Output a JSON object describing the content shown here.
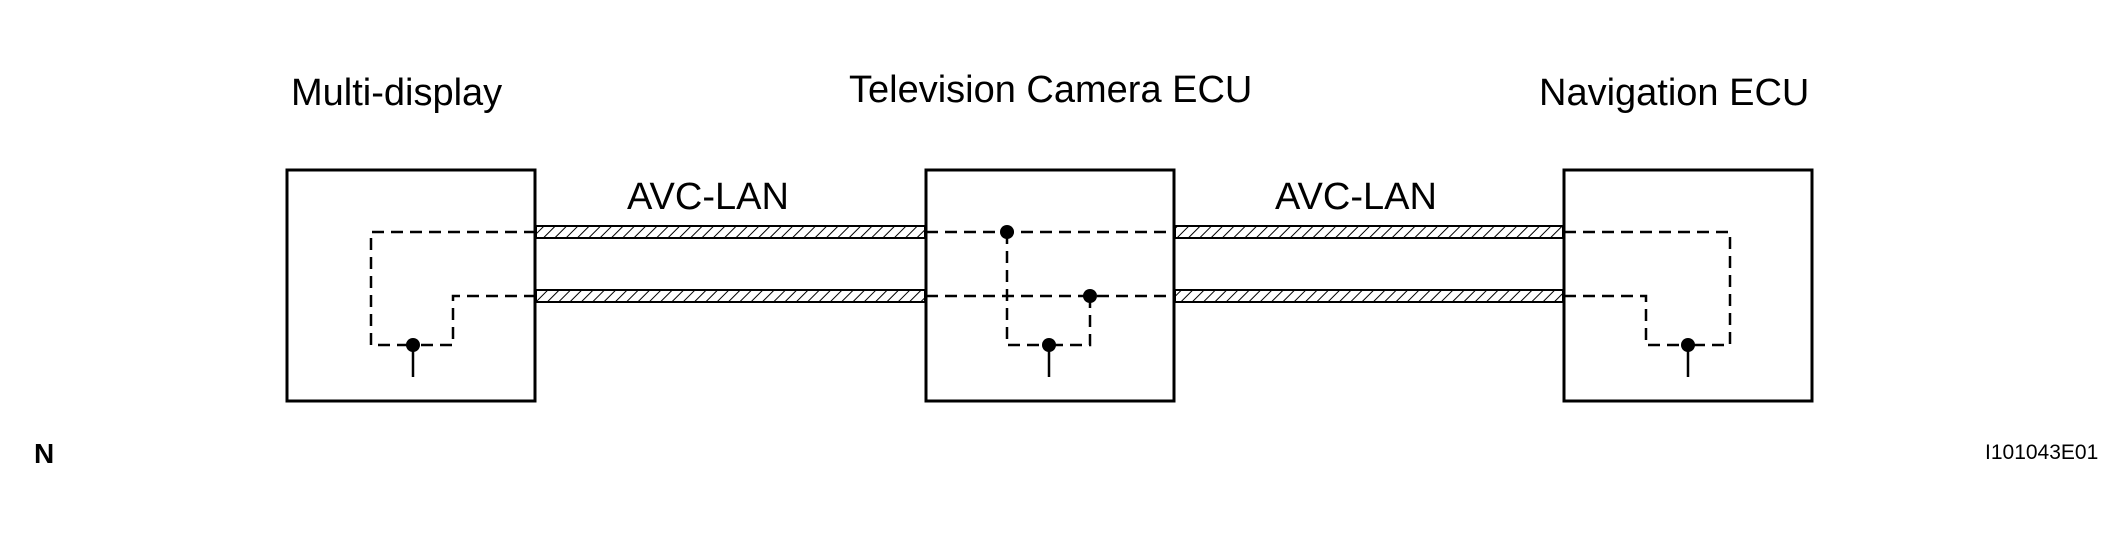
{
  "units": {
    "multi_display": "Multi-display",
    "tv_camera_ecu": "Television Camera ECU",
    "navigation_ecu": "Navigation ECU"
  },
  "bus": {
    "left_label": "AVC-LAN",
    "right_label": "AVC-LAN"
  },
  "corner_mark": "N",
  "figure_id": "I101043E01"
}
